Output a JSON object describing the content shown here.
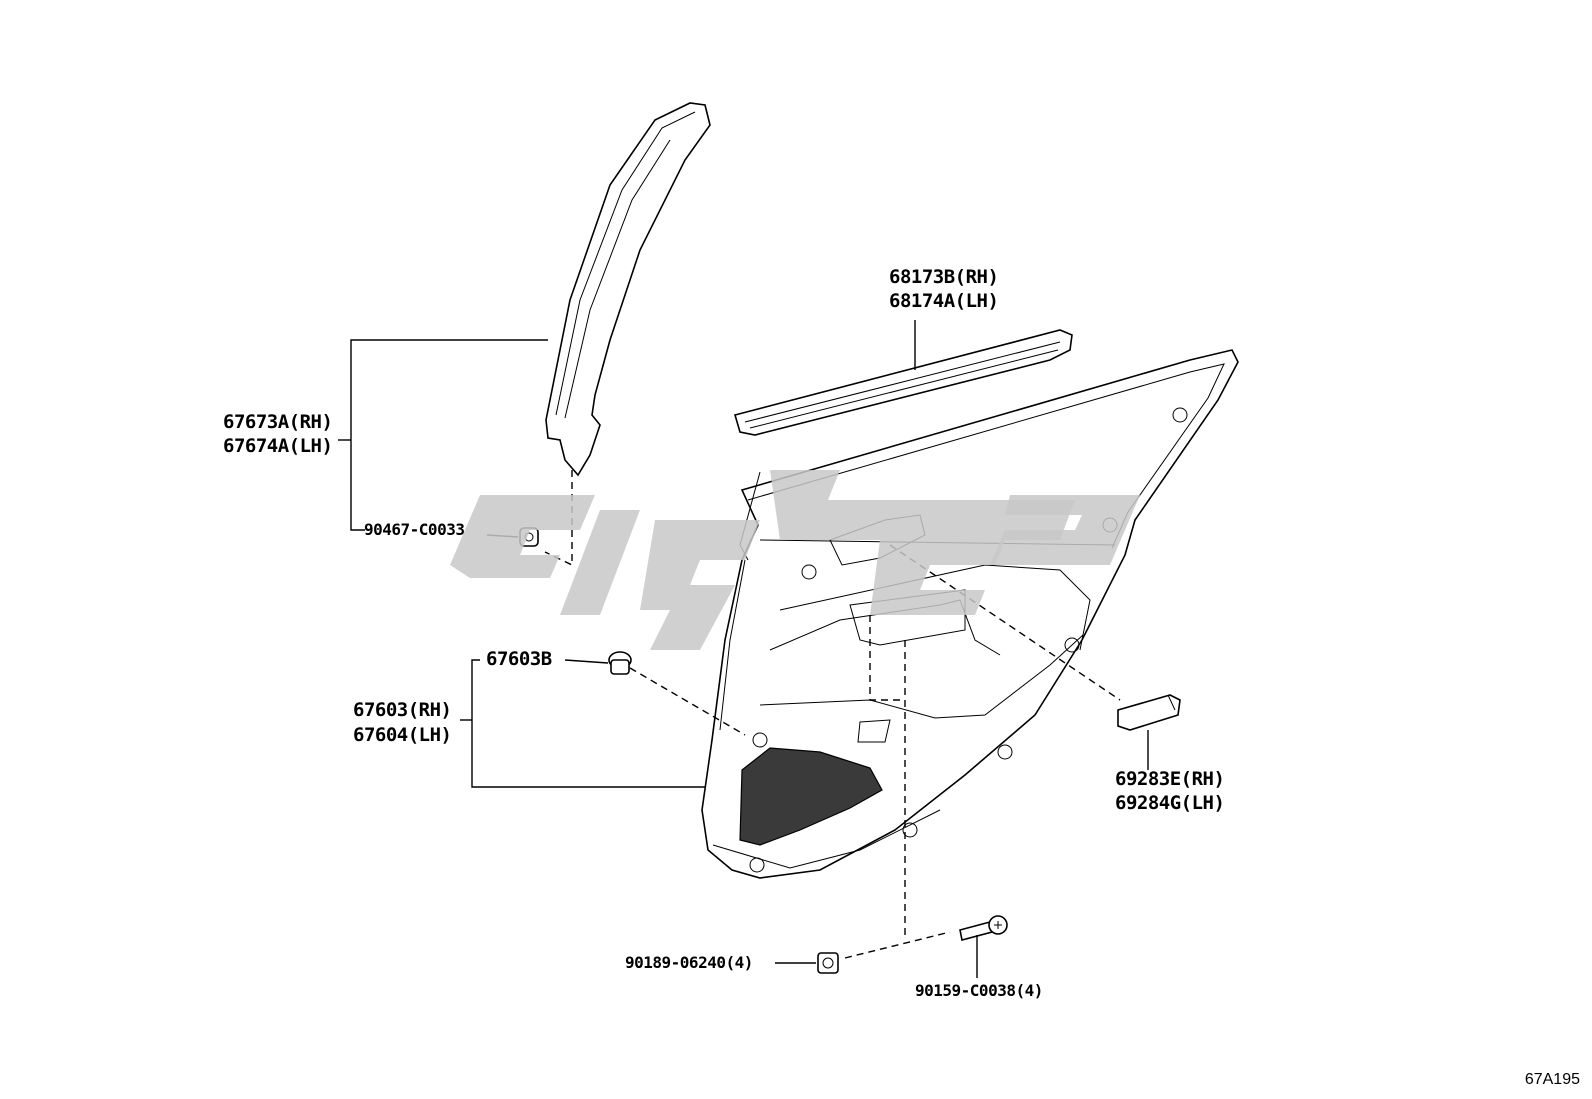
{
  "diagram": {
    "id": "67A195",
    "callouts": {
      "garnish_rh": "67673A(RH)",
      "garnish_lh": "67674A(LH)",
      "clip_garnish": "90467-C0033",
      "weatherstrip_rh": "68173B(RH)",
      "weatherstrip_lh": "68174A(LH)",
      "board_clip": "67603B",
      "board_rh": "67603(RH)",
      "board_lh": "67604(LH)",
      "cover_rh": "69283E(RH)",
      "cover_lh": "69284G(LH)",
      "nut": "90189-06240(4)",
      "screw": "90159-C0038(4)"
    }
  }
}
